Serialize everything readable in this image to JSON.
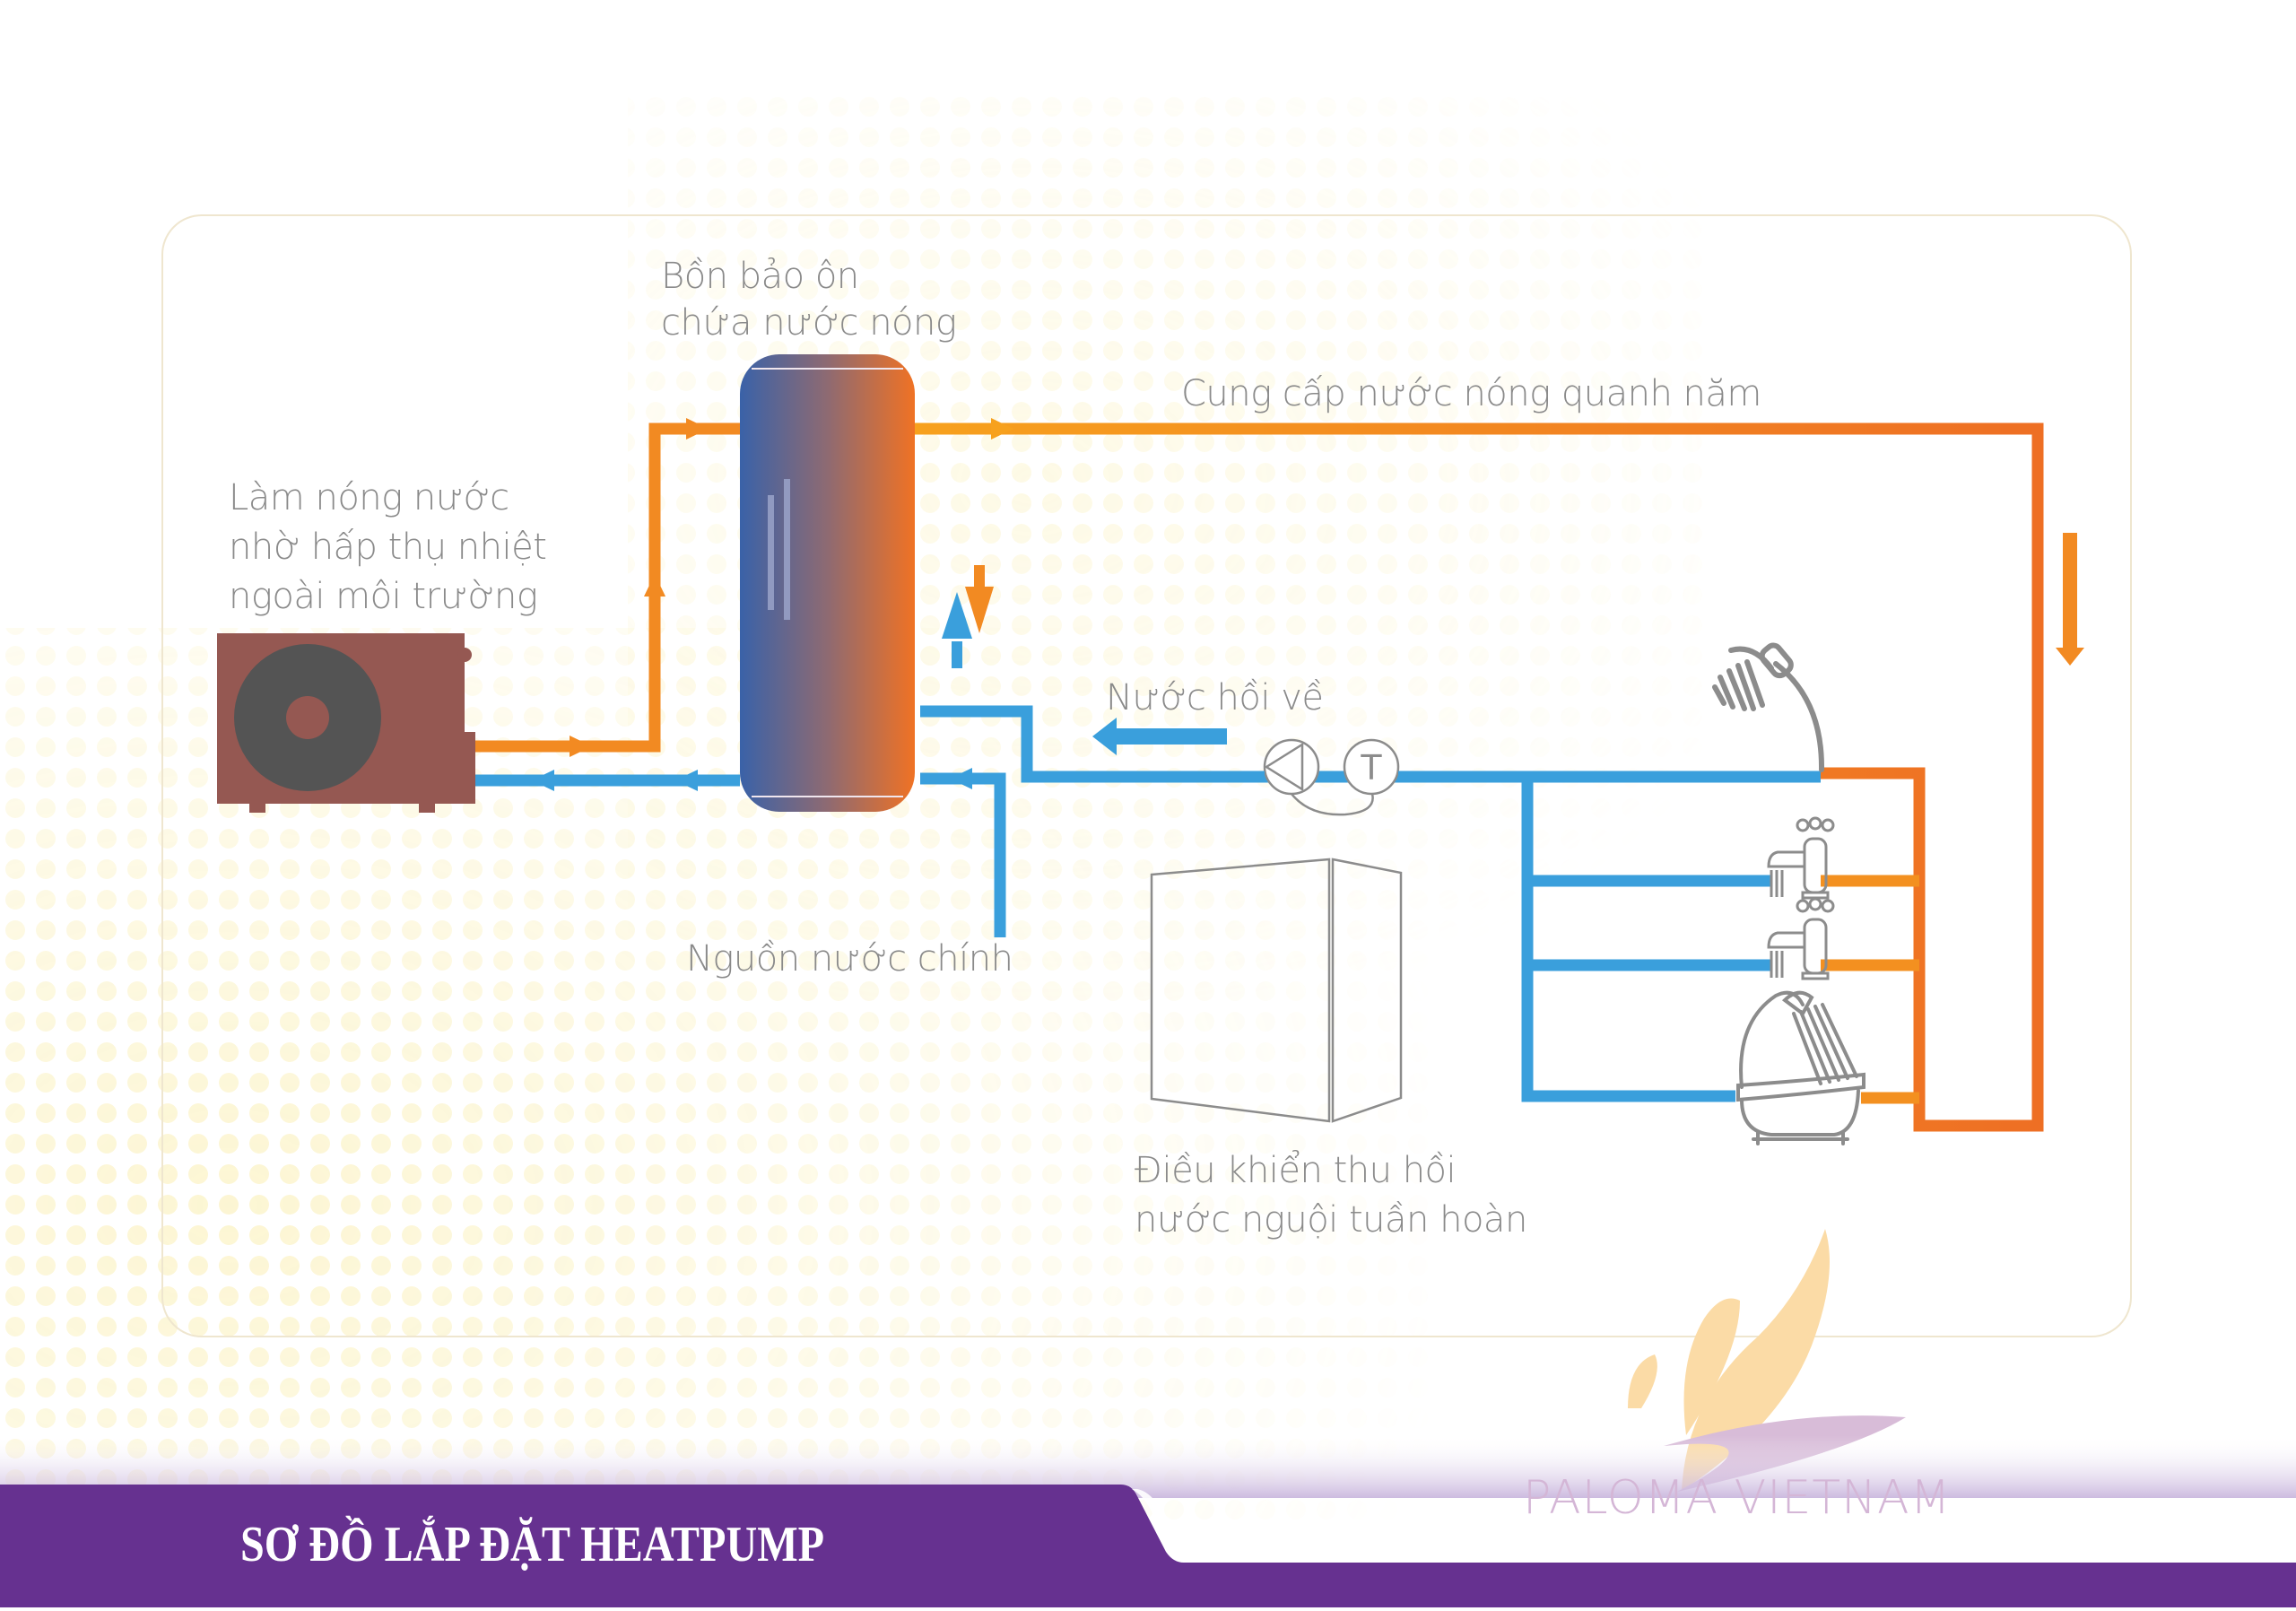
{
  "diagram": {
    "title": "SƠ ĐỒ LẮP ĐẶT HEATPUMP",
    "brand": "PALOMA VIETNAM",
    "labels": {
      "tank": [
        "Bồn bảo ôn",
        "chứa nước nóng"
      ],
      "heatpump": [
        "Làm nóng nước",
        "nhờ hấp thụ nhiệt",
        "ngoài môi trường"
      ],
      "supply": "Cung cấp nước nóng quanh năm",
      "return": "Nước hồi về",
      "mains": "Nguồn nước chính",
      "controller": [
        "Điều khiển thu hồi",
        "nước nguội tuần hoàn"
      ],
      "sensor_symbol": "T"
    },
    "components": [
      {
        "id": "heat-pump-unit",
        "icon": "heat-pump-icon"
      },
      {
        "id": "storage-tank",
        "icon": "tank-icon"
      },
      {
        "id": "circulation-pump",
        "icon": "pump-icon"
      },
      {
        "id": "temperature-sensor",
        "icon": "thermometer-icon"
      },
      {
        "id": "controller-box",
        "icon": "control-box-icon"
      },
      {
        "id": "shower",
        "icon": "shower-icon"
      },
      {
        "id": "faucet-1",
        "icon": "faucet-icon"
      },
      {
        "id": "faucet-2",
        "icon": "faucet-icon"
      },
      {
        "id": "bathtub",
        "icon": "bathtub-icon"
      }
    ],
    "colors": {
      "hot": "#f39020",
      "hot_dark": "#ee7224",
      "cold": "#3a9fdc",
      "tank_left": "#3a62a8",
      "tank_right": "#f07224",
      "heatpump_body": "#955852",
      "heatpump_fan": "#545454",
      "banner": "#663190",
      "label_gray": "#8a8a8a",
      "icon_gray": "#8c8c8c",
      "logo_gold": "#fbdba6",
      "logo_lilac": "#d8bcd8"
    }
  }
}
